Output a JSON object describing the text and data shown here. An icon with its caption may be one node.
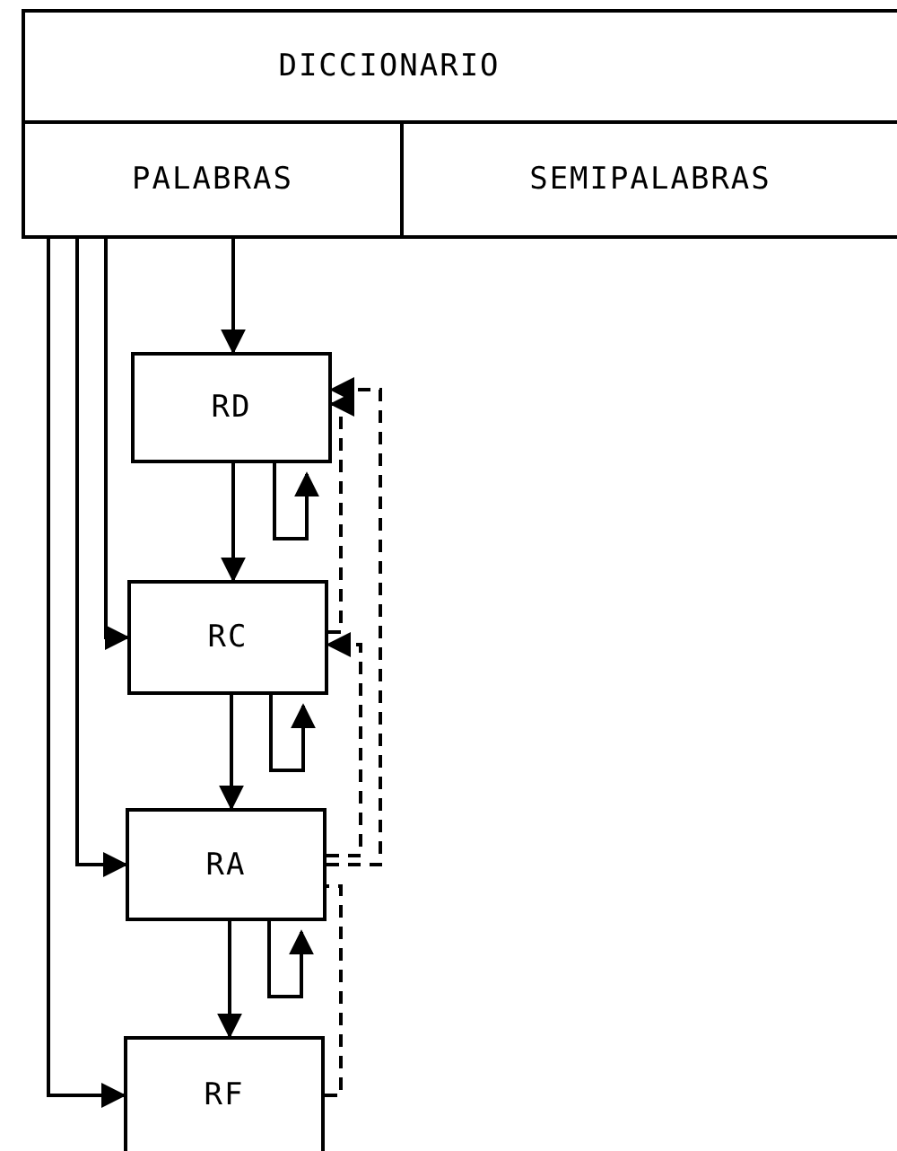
{
  "diagram": {
    "nodes": [
      {
        "text": [
          "DICCIONARIO"
        ]
      },
      {
        "text": [
          "PALABRAS"
        ]
      },
      {
        "text": [
          "SEMIPALABRAS"
        ]
      },
      {
        "text": [
          "RD"
        ]
      },
      {
        "text": [
          "RC"
        ]
      },
      {
        "text": [
          "RA"
        ]
      },
      {
        "text": [
          "RF"
        ]
      }
    ],
    "edges": [
      {
        "from": 1,
        "to": 3,
        "arrow": "to"
      },
      {
        "from": 1,
        "to": 4,
        "arrow": "to"
      },
      {
        "from": 1,
        "to": 5,
        "arrow": "to"
      },
      {
        "from": 1,
        "to": 6,
        "arrow": "to"
      },
      {
        "from": 3,
        "to": 4,
        "arrow": "to"
      },
      {
        "from": 4,
        "to": 5,
        "arrow": "to"
      },
      {
        "from": 5,
        "to": 6,
        "arrow": "to"
      },
      {
        "from": 3,
        "to": 3,
        "arrow": "to"
      },
      {
        "from": 4,
        "to": 4,
        "arrow": "to"
      },
      {
        "from": 5,
        "to": 5,
        "arrow": "to"
      },
      {
        "from": 4,
        "to": 3,
        "arrow": "to",
        "style": "dashed"
      },
      {
        "from": 5,
        "to": 3,
        "arrow": "to",
        "style": "dashed"
      },
      {
        "from": 5,
        "to": 4,
        "arrow": "to",
        "style": "dashed"
      },
      {
        "from": 6,
        "to": 5,
        "arrow": "none",
        "style": "dashed"
      }
    ]
  }
}
